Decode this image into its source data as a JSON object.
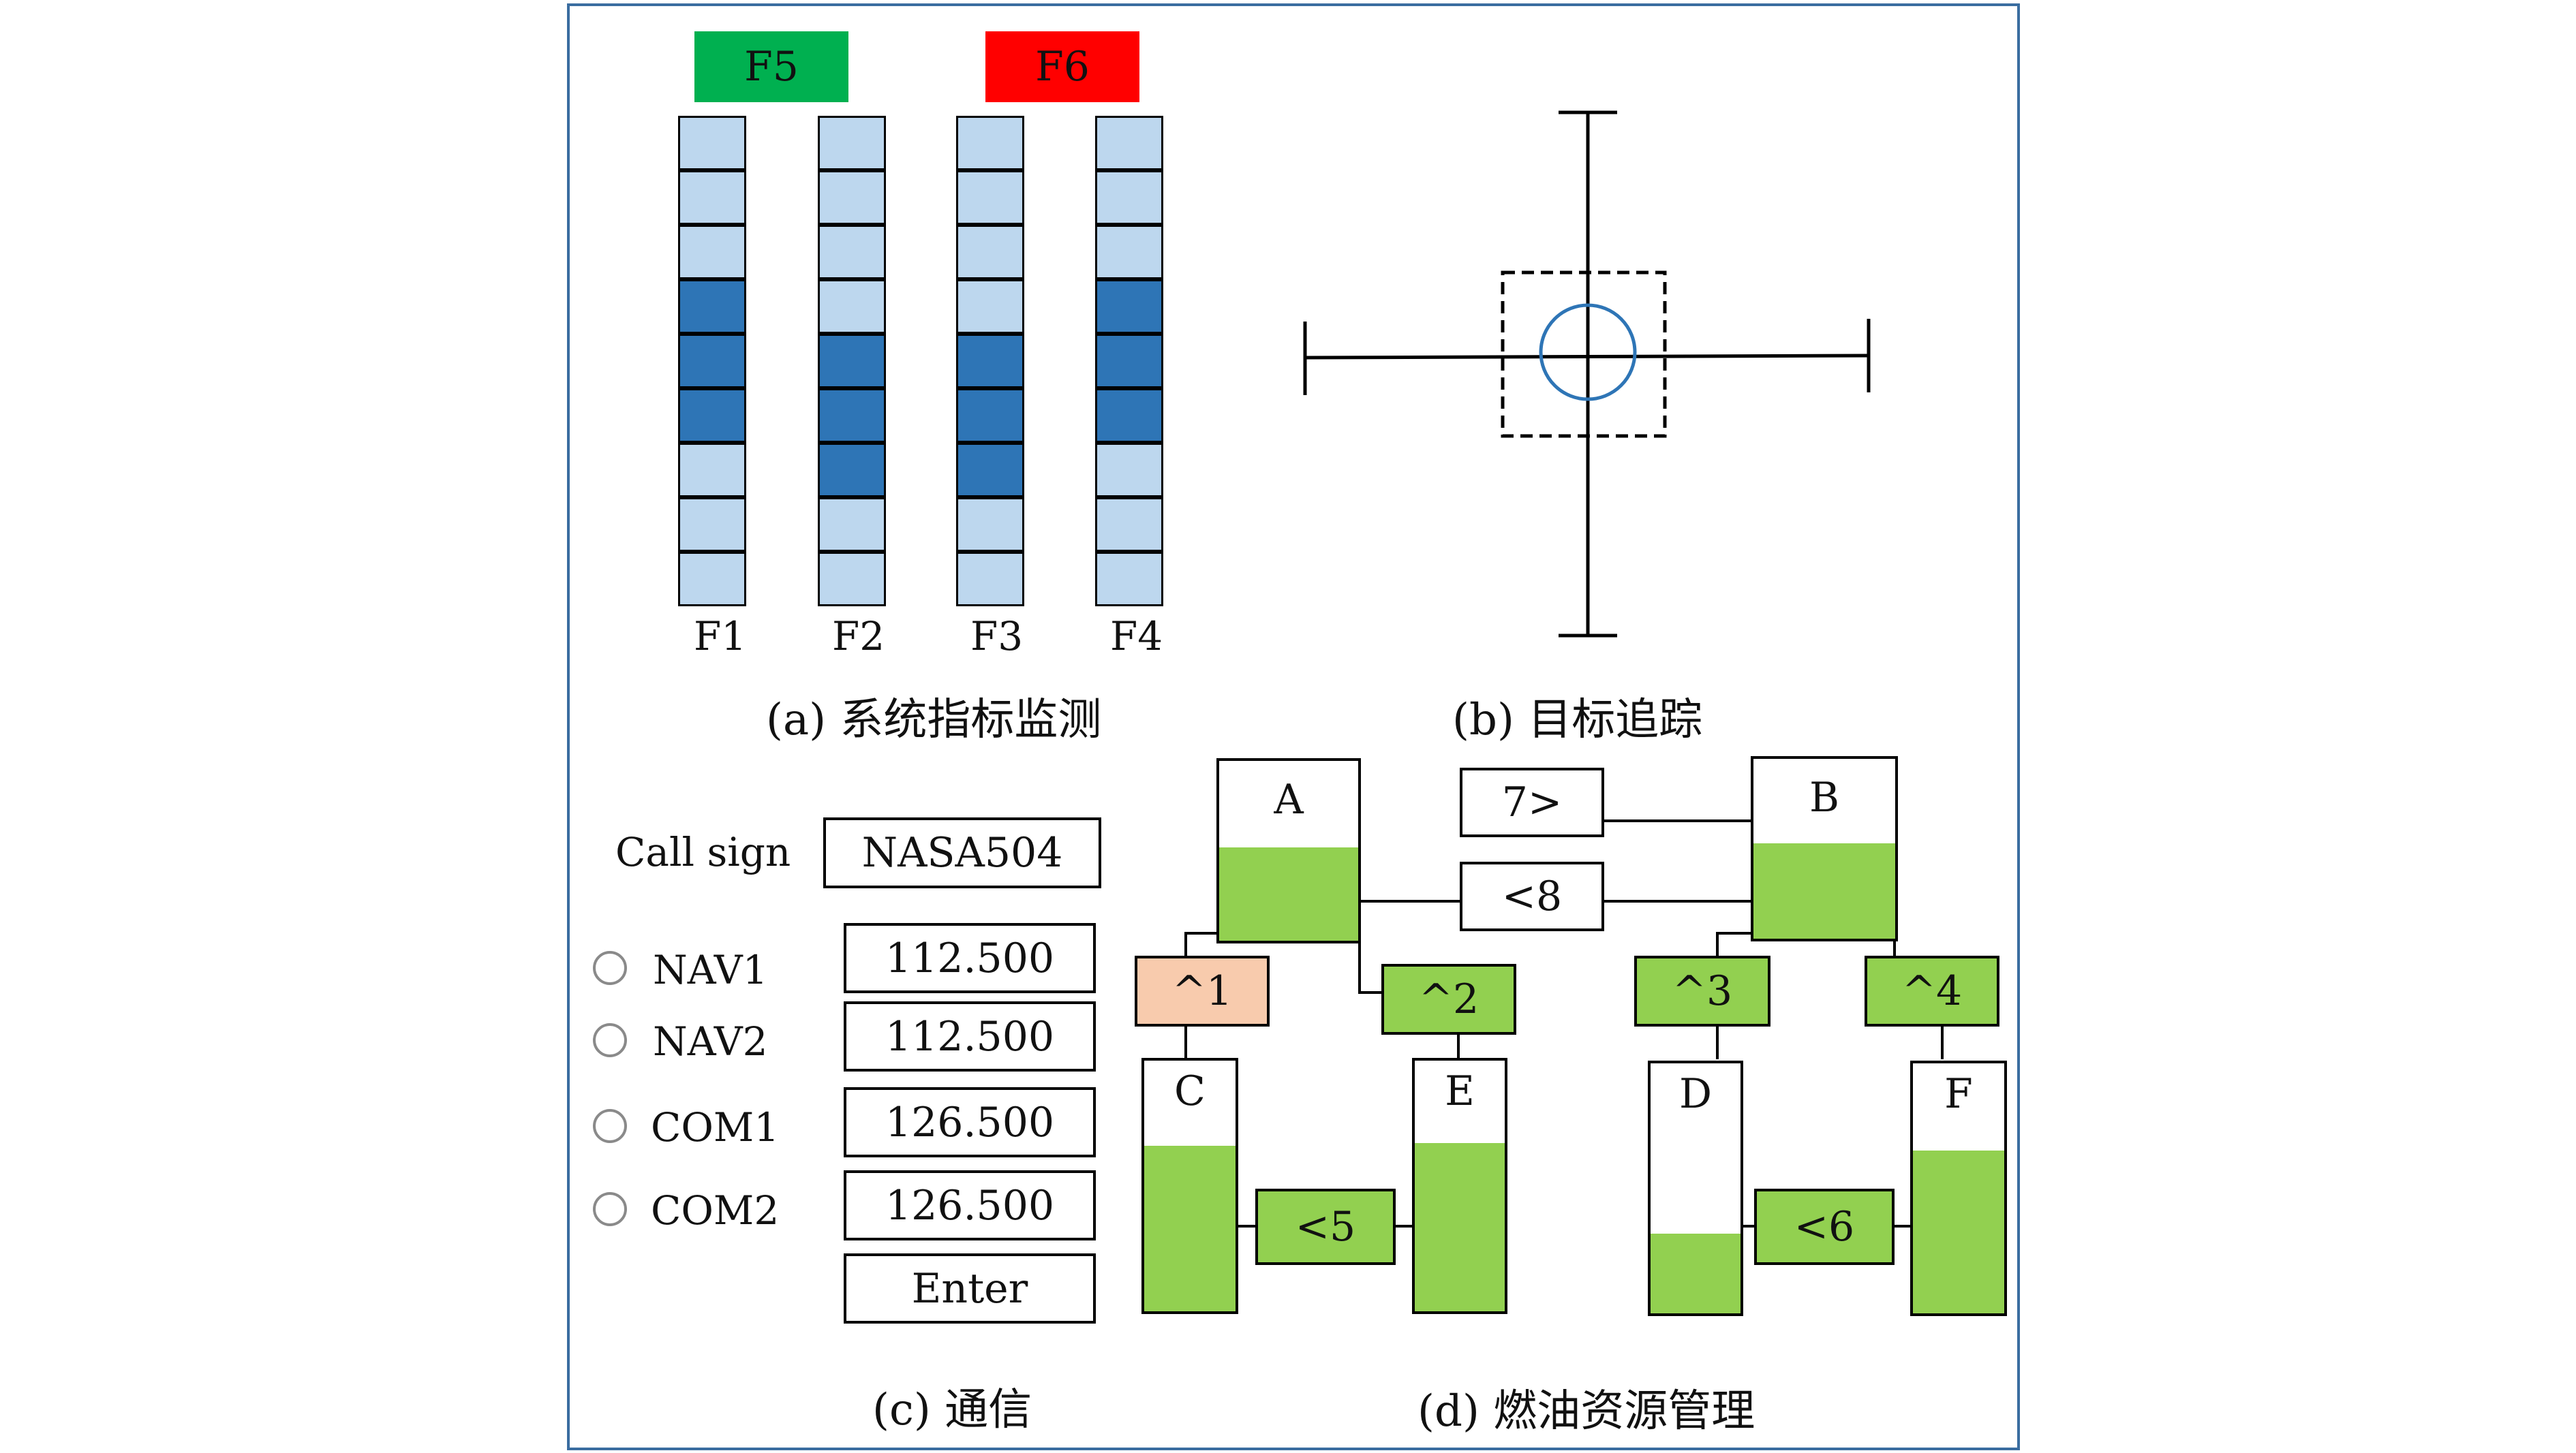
{
  "panels": {
    "a": {
      "caption": "(a) 系统指标监测",
      "indicators": [
        {
          "label": "F5",
          "color": "#00b050"
        },
        {
          "label": "F6",
          "color": "#ff0000"
        }
      ],
      "gauges": [
        {
          "label": "F1",
          "levels": [
            "light",
            "light",
            "light",
            "dark",
            "dark",
            "dark",
            "light",
            "light",
            "light"
          ]
        },
        {
          "label": "F2",
          "levels": [
            "light",
            "light",
            "light",
            "light",
            "dark",
            "dark",
            "dark",
            "light",
            "light"
          ]
        },
        {
          "label": "F3",
          "levels": [
            "light",
            "light",
            "light",
            "light",
            "dark",
            "dark",
            "dark",
            "light",
            "light"
          ]
        },
        {
          "label": "F4",
          "levels": [
            "light",
            "light",
            "light",
            "dark",
            "dark",
            "dark",
            "light",
            "light",
            "light"
          ]
        }
      ],
      "colors": {
        "light": "#bdd7ee",
        "dark": "#2e75b6"
      }
    },
    "b": {
      "caption": "(b) 目标追踪"
    },
    "c": {
      "caption": "(c) 通信",
      "call_sign_label": "Call sign",
      "call_sign_value": "NASA504",
      "radios": [
        {
          "label": "NAV1",
          "value": "112.500"
        },
        {
          "label": "NAV2",
          "value": "112.500"
        },
        {
          "label": "COM1",
          "value": "126.500"
        },
        {
          "label": "COM2",
          "value": "126.500"
        }
      ],
      "enter_label": "Enter"
    },
    "d": {
      "caption": "(d) 燃油资源管理",
      "tanks": [
        {
          "id": "A",
          "fill": 0.52
        },
        {
          "id": "B",
          "fill": 0.53
        },
        {
          "id": "C",
          "fill": 0.66
        },
        {
          "id": "E",
          "fill": 0.67
        },
        {
          "id": "D",
          "fill": 0.32
        },
        {
          "id": "F",
          "fill": 0.65
        }
      ],
      "pumps": [
        {
          "label": "7>",
          "state": "off"
        },
        {
          "label": "<8",
          "state": "off"
        },
        {
          "label": "^1",
          "state": "failed"
        },
        {
          "label": "^2",
          "state": "on"
        },
        {
          "label": "^3",
          "state": "on"
        },
        {
          "label": "^4",
          "state": "on"
        },
        {
          "label": "<5",
          "state": "on"
        },
        {
          "label": "<6",
          "state": "on"
        }
      ],
      "colors": {
        "fuel": "#92d050",
        "pump_on": "#92d050",
        "pump_failed": "#f8cbad"
      }
    }
  }
}
